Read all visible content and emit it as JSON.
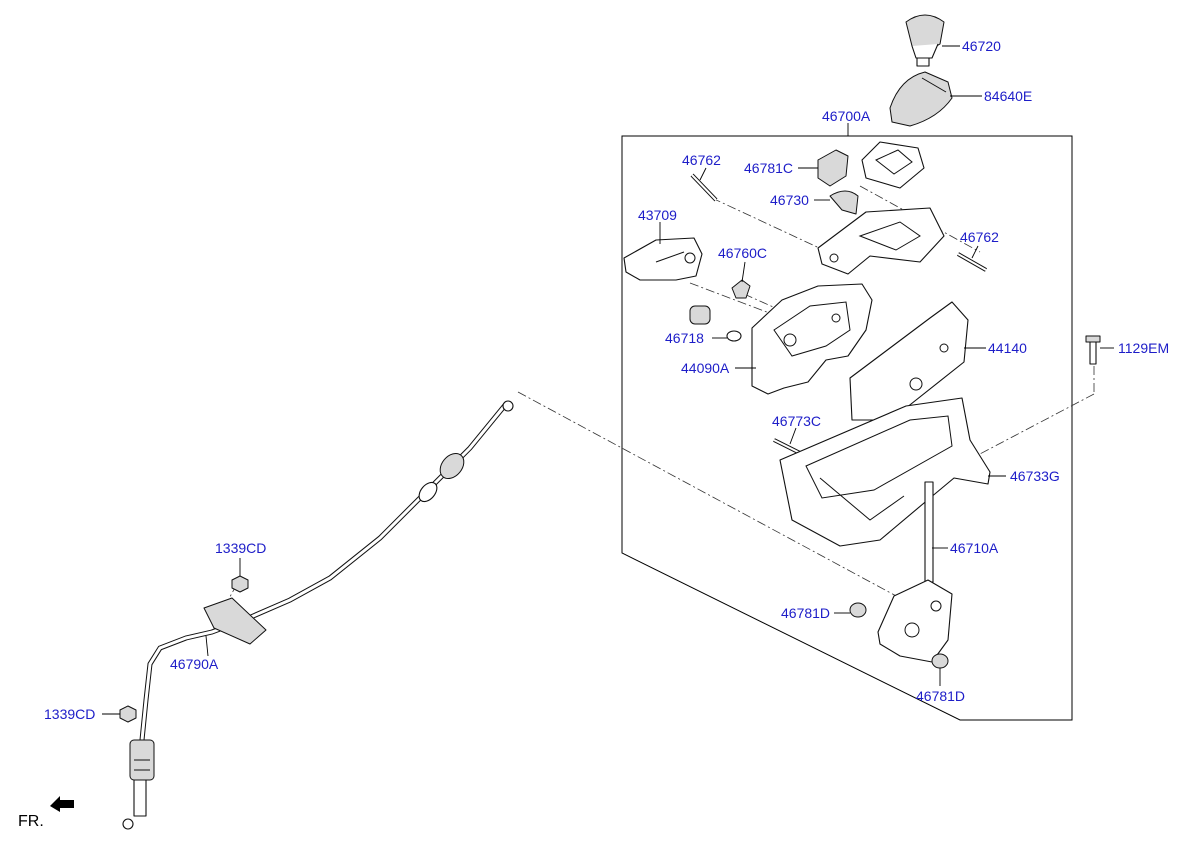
{
  "diagram": {
    "labels": {
      "p46720": "46720",
      "p84640E": "84640E",
      "p46700A": "46700A",
      "p46762a": "46762",
      "p46781C": "46781C",
      "p46730": "46730",
      "p46762b": "46762",
      "p43709": "43709",
      "p46760C": "46760C",
      "p46718": "46718",
      "p44090A": "44090A",
      "p44140": "44140",
      "p1129EM": "1129EM",
      "p46773C": "46773C",
      "p46733G": "46733G",
      "p46710A": "46710A",
      "p46781Da": "46781D",
      "p46781Db": "46781D",
      "p1339CDa": "1339CD",
      "p46790A": "46790A",
      "p1339CDb": "1339CD"
    },
    "front_indicator": "FR.",
    "icons": [
      "front-arrow-icon"
    ]
  }
}
